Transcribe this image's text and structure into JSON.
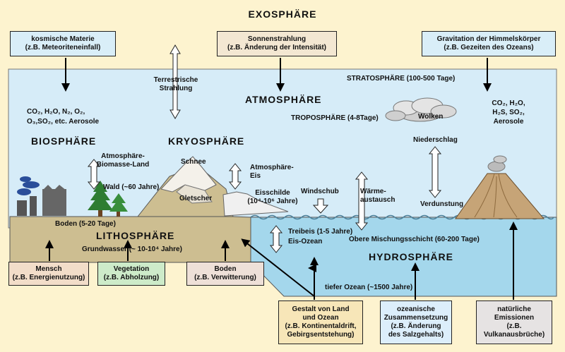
{
  "title": "EXOSPHÄRE",
  "colors": {
    "background": "#fdf3cf",
    "atmosphere": "#d6ecf8",
    "ocean": "#a4d7ec",
    "lithosphere": "#cdbe91",
    "box_top": "#d9eef8",
    "box_sun": "#f3e7d2",
    "box_human": "#f2ddc9",
    "box_vegetation": "#cdebc9",
    "box_soil": "#eee0d8",
    "box_shape": "#f7e6b8",
    "box_ocean": "#dceefb",
    "box_volcano": "#e6e3e3"
  },
  "icons": [
    "factory-icon",
    "tree-icon",
    "snow-mountain-icon",
    "glacier-icon",
    "ice-shelf-icon",
    "cloud-icon",
    "volcano-icon",
    "wave-icon"
  ],
  "top_boxes": [
    {
      "line1": "kosmische Materie",
      "line2": "(z.B. Meteoriteneinfall)"
    },
    {
      "line1": "Sonnenstrahlung",
      "line2": "(z.B. Änderung der Intensität)"
    },
    {
      "line1": "Gravitation der Himmelskörper",
      "line2": "(z.B. Gezeiten des Ozeans)"
    }
  ],
  "atmosphere": {
    "title": "ATMOSPHÄRE",
    "stratosphere": "STRATOSPHÄRE (100-500 Tage)",
    "troposphere": "TROPOSPHÄRE (4-8Tage)",
    "terrestrial_line1": "Terrestrische",
    "terrestrial_line2": "Strahlung",
    "gases_line1": "CO₂, H₂O, N₂, O₂,",
    "gases_line2": "O₃,SO₂, etc. Aerosole",
    "volcanic_line1": "CO₂, H₂O,",
    "volcanic_line2": "H₂S, SO₂,",
    "volcanic_line3": "Aerosole",
    "clouds": "Wolken",
    "precipitation": "Niederschlag",
    "evaporation": "Verdunstung",
    "wind": "Windschub",
    "heat_line1": "Wärme-",
    "heat_line2": "austausch"
  },
  "biosphere": {
    "title": "BIOSPHÄRE",
    "exchange_line1": "Atmosphäre-",
    "exchange_line2": "Biomasse-Land",
    "forest": "Wald (~60 Jahre)"
  },
  "cryosphere": {
    "title": "KRYOSPHÄRE",
    "snow": "Schnee",
    "glacier": "Gletscher",
    "exchange_line1": "Atmosphäre-",
    "exchange_line2": "Eis",
    "ice_shelf_line1": "Eisschilde",
    "ice_shelf_line2": "(10⁴-10⁶ Jahre)"
  },
  "lithosphere": {
    "title": "LITHOSPHÄRE",
    "soil": "Boden (5-20 Tage)",
    "groundwater": "Grundwasser (~ 10-10⁴ Jahre)"
  },
  "hydrosphere": {
    "title": "HYDROSPHÄRE",
    "drift_ice_line1": "Treibeis (1-5 Jahre)",
    "drift_ice_line2": "Eis-Ozean",
    "mixed_layer": "Obere Mischungsschicht (60-200 Tage)",
    "deep_ocean": "tiefer Ozean (~1500 Jahre)"
  },
  "bottom_boxes": {
    "human": {
      "line1": "Mensch",
      "line2": "(z.B. Energienutzung)"
    },
    "vegetation": {
      "line1": "Vegetation",
      "line2": "(z.B. Abholzung)"
    },
    "soil": {
      "line1": "Boden",
      "line2": "(z.B. Verwitterung)"
    },
    "shape": {
      "line1": "Gestalt von Land",
      "line2": "und Ozean",
      "line3": "(z.B. Kontinentaldrift,",
      "line4": "Gebirgsentstehung)"
    },
    "ocean": {
      "line1": "ozeanische",
      "line2": "Zusammensetzung",
      "line3": "(z.B. Änderung",
      "line4": "des Salzgehalts)"
    },
    "volcano": {
      "line1": "natürliche",
      "line2": "Emissionen",
      "line3": "(z.B.",
      "line4": "Vulkanausbrüche)"
    }
  }
}
